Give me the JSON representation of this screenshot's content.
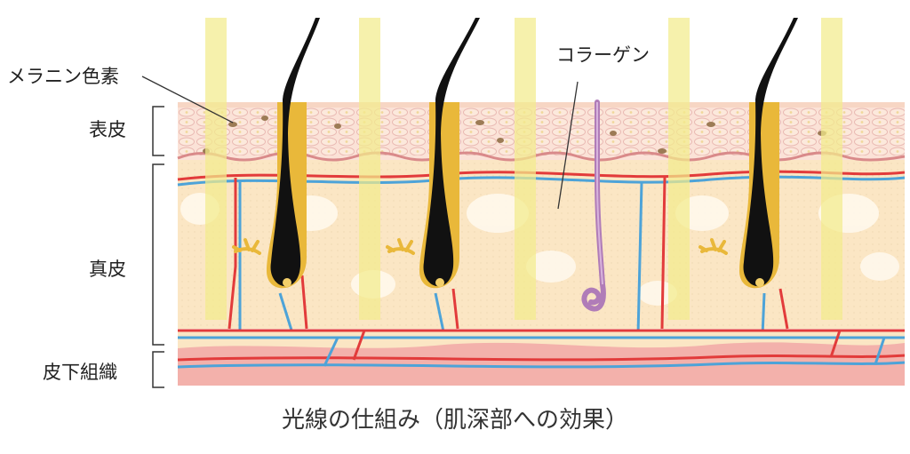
{
  "labels": {
    "melanin": "メラニン色素",
    "epidermis": "表皮",
    "dermis": "真皮",
    "subcutis": "皮下組織",
    "collagen": "コラーゲン"
  },
  "caption": "光線の仕組み（肌深部への効果）",
  "colors": {
    "light_beam": "#f3ec8c",
    "hair": "#111111",
    "follicle": "#e9b83a",
    "artery": "#e23b3b",
    "vein": "#4da3d8",
    "collagen": "#b07cb8",
    "dermis": "#fbe8c9",
    "epidermis": "#f9d9cf",
    "subcutis": "#f2a9a6"
  }
}
